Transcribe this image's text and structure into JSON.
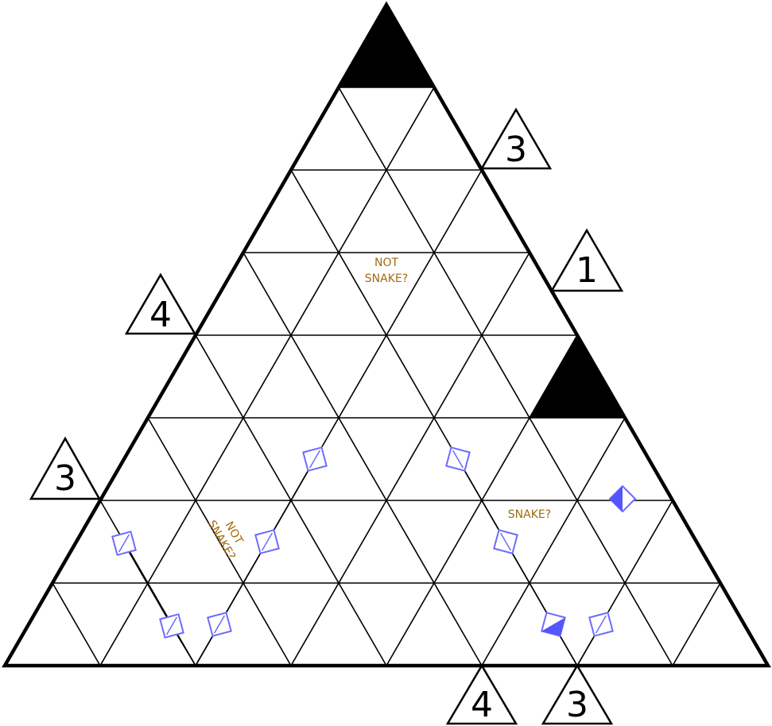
{
  "puzzle": {
    "clues": [
      {
        "id": "right-top",
        "value": "3"
      },
      {
        "id": "right-mid",
        "value": "1"
      },
      {
        "id": "left-upper",
        "value": "4"
      },
      {
        "id": "left-lower",
        "value": "3"
      },
      {
        "id": "bottom-left",
        "value": "4"
      },
      {
        "id": "bottom-right",
        "value": "3"
      }
    ],
    "notes": {
      "top": [
        "NOT",
        "SNAKE?"
      ],
      "left": [
        "NOT",
        "SNAKE?"
      ],
      "right": "SNAKE?"
    },
    "colors": {
      "grid": "#000000",
      "mark": "#6b6bff",
      "mark_fill": "#5555ff",
      "note": "#a36a10"
    }
  }
}
